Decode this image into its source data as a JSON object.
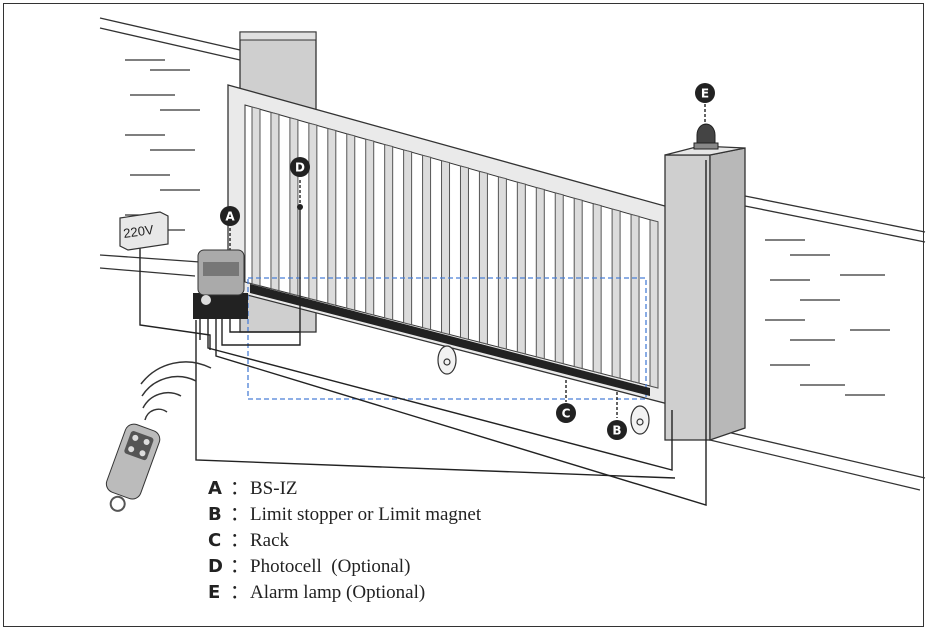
{
  "power_label": "220V",
  "markers": [
    "A",
    "B",
    "C",
    "D",
    "E"
  ],
  "legend": [
    {
      "key": "A",
      "sep": "：",
      "text": "BS-IZ"
    },
    {
      "key": "B",
      "sep": "：",
      "text": "Limit stopper or Limit magnet"
    },
    {
      "key": "C",
      "sep": "：",
      "text": "Rack"
    },
    {
      "key": "D",
      "sep": "：",
      "text": "Photocell  (Optional)"
    },
    {
      "key": "E",
      "sep": "：",
      "text": "Alarm lamp (Optional)"
    }
  ],
  "colors": {
    "line": "#222222",
    "dashed": "#4a7fd6",
    "gate": "#e6e6e6",
    "pillar": "#c8c8c8"
  }
}
